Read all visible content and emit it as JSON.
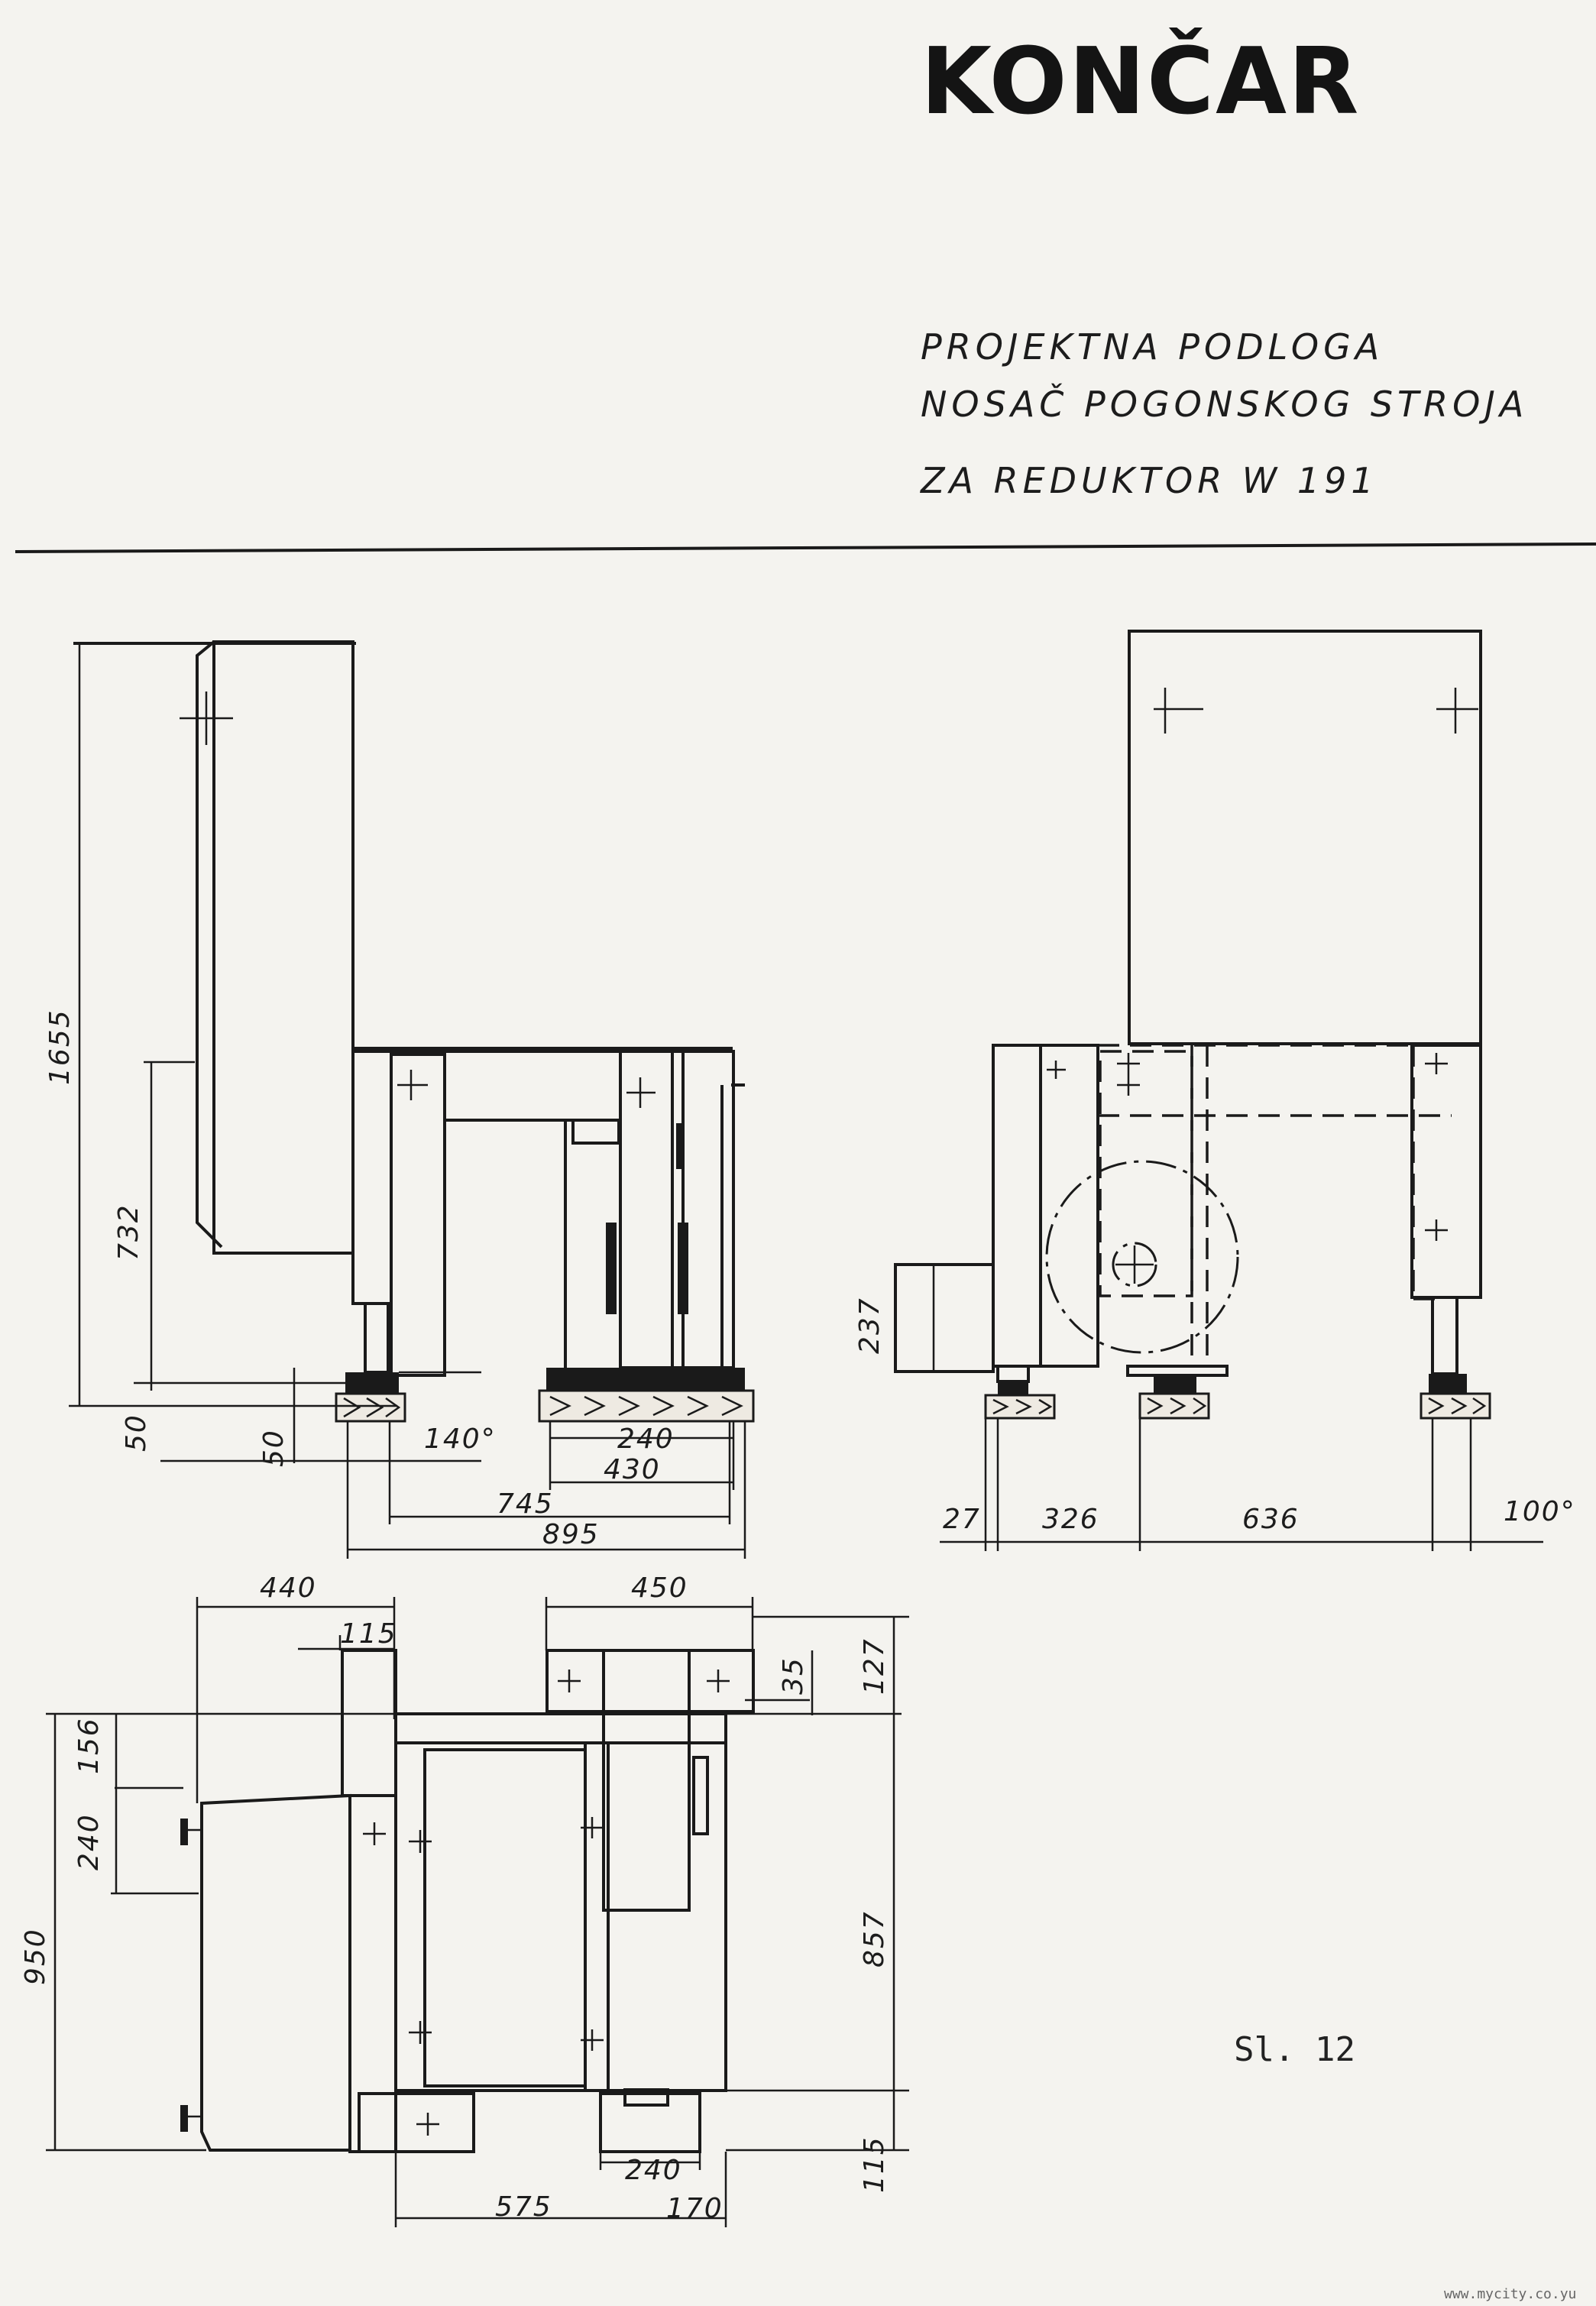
{
  "logo": "KONČAR",
  "title_lines": [
    "PROJEKTNA PODLOGA",
    "NOSAČ POGONSKOG STROJA",
    "ZA REDUKTOR W 191"
  ],
  "figure_label": "Sl. 12",
  "footer": "www.mycity.co.yu",
  "dims": {
    "side_height": "1655",
    "side_mid": "732",
    "side_base": "50",
    "side_base2": "50",
    "angle_left": "140°",
    "pad_inner": "240",
    "pad_span": "430",
    "span_745": "745",
    "span_895": "895",
    "front_237": "237",
    "front_27": "27",
    "front_326": "326",
    "front_636": "636",
    "angle_right": "100°",
    "plan_440": "440",
    "plan_450": "450",
    "plan_115_top": "115",
    "plan_35": "35",
    "plan_127": "127",
    "plan_156": "156",
    "plan_240_left": "240",
    "plan_950": "950",
    "plan_857": "857",
    "plan_115_bottom": "115",
    "plan_240_bottom": "240",
    "plan_575": "575",
    "plan_170": "170"
  }
}
